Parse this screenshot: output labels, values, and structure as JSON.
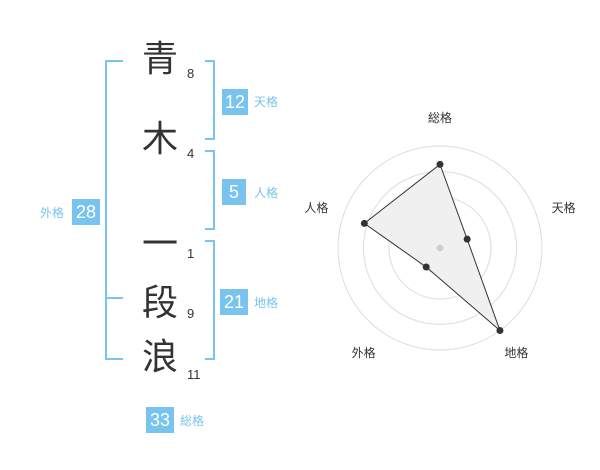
{
  "name": {
    "chars": [
      {
        "char": "青",
        "strokes": "8"
      },
      {
        "char": "木",
        "strokes": "4"
      },
      {
        "char": "一",
        "strokes": "1"
      },
      {
        "char": "段",
        "strokes": "9"
      },
      {
        "char": "浪",
        "strokes": "11"
      }
    ]
  },
  "kakusu": {
    "tenkaku": {
      "value": "12",
      "label": "天格"
    },
    "jinkaku": {
      "value": "5",
      "label": "人格"
    },
    "chikaku": {
      "value": "21",
      "label": "地格"
    },
    "gaikaku": {
      "value": "28",
      "label": "外格"
    },
    "soukaku": {
      "value": "33",
      "label": "総格"
    }
  },
  "colors": {
    "accent": "#79c3ef",
    "text": "#333333",
    "grid": "#dddddd"
  },
  "chart_data": {
    "type": "radar",
    "axes": [
      "総格",
      "天格",
      "地格",
      "外格",
      "人格"
    ],
    "values": [
      0.82,
      0.28,
      1.0,
      0.23,
      0.78
    ],
    "rings": 4,
    "range": [
      0,
      1
    ]
  }
}
